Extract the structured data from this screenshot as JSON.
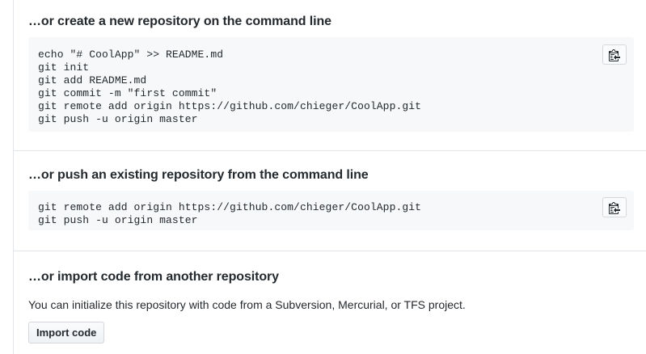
{
  "sections": [
    {
      "id": "create",
      "heading": "…or create a new repository on the command line",
      "code": "echo \"# CoolApp\" >> README.md\ngit init\ngit add README.md\ngit commit -m \"first commit\"\ngit remote add origin https://github.com/chieger/CoolApp.git\ngit push -u origin master",
      "copy_button": {
        "icon": "clipboard-copy-icon",
        "title": "Copy to clipboard"
      }
    },
    {
      "id": "push",
      "heading": "…or push an existing repository from the command line",
      "code": "git remote add origin https://github.com/chieger/CoolApp.git\ngit push -u origin master",
      "copy_button": {
        "icon": "clipboard-copy-icon",
        "title": "Copy to clipboard"
      }
    },
    {
      "id": "import",
      "heading": "…or import code from another repository",
      "description": "You can initialize this repository with code from a Subversion, Mercurial, or TFS project.",
      "button_label": "Import code"
    }
  ],
  "colors": {
    "text": "#24292e",
    "code_background": "#f6f8fa",
    "border": "#e1e4e8",
    "button_background": "#eff3f6",
    "button_border": "#d3d6da"
  }
}
